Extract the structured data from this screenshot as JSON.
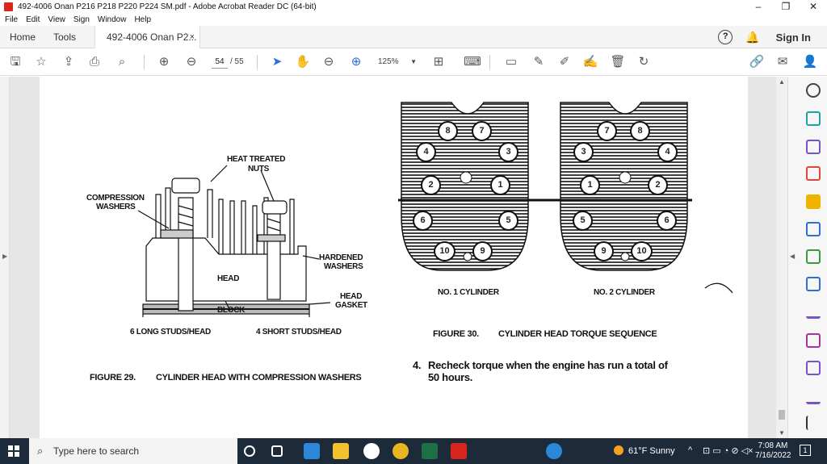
{
  "window": {
    "title": "492-4006 Onan P216 P218 P220 P224 SM.pdf - Adobe Acrobat Reader DC (64-bit)",
    "minimize": "–",
    "maximize": "❐",
    "close": "✕"
  },
  "menu": [
    "File",
    "Edit",
    "View",
    "Sign",
    "Window",
    "Help"
  ],
  "tabs": {
    "home": "Home",
    "tools": "Tools",
    "doc": "492-4006 Onan P2...",
    "doc_close": "×",
    "sign_in": "Sign In",
    "help": "?"
  },
  "toolbar": {
    "page_current": "54",
    "page_total": "/ 55",
    "zoom": "125%"
  },
  "pdf": {
    "fig29": {
      "heat_treated": "HEAT TREATED",
      "nuts": "NUTS",
      "compression": "COMPRESSION",
      "washers": "WASHERS",
      "hardened": "HARDENED",
      "hardened_washers": "WASHERS",
      "head": "HEAD",
      "head2": "HEAD",
      "gasket": "GASKET",
      "block": "BLOCK",
      "long_studs": "6 LONG STUDS/HEAD",
      "short_studs": "4 SHORT STUDS/HEAD",
      "caption_num": "FIGURE 29.",
      "caption": "CYLINDER HEAD WITH COMPRESSION WASHERS"
    },
    "fig30": {
      "cyl1_bolts": [
        "8",
        "7",
        "4",
        "3",
        "2",
        "1",
        "6",
        "5",
        "10",
        "9"
      ],
      "cyl2_bolts": [
        "7",
        "8",
        "3",
        "4",
        "1",
        "2",
        "5",
        "6",
        "9",
        "10"
      ],
      "cyl1_label": "NO. 1 CYLINDER",
      "cyl2_label": "NO. 2 CYLINDER",
      "caption_num": "FIGURE 30.",
      "caption": "CYLINDER HEAD TORQUE SEQUENCE"
    },
    "step": {
      "number": "4.",
      "line1": "Recheck torque when the engine has run a total of",
      "line2": "50 hours."
    }
  },
  "taskbar": {
    "search_placeholder": "Type here to search",
    "weather": "61°F  Sunny",
    "time": "7:08 AM",
    "date": "7/16/2022",
    "notification_count": "1"
  }
}
